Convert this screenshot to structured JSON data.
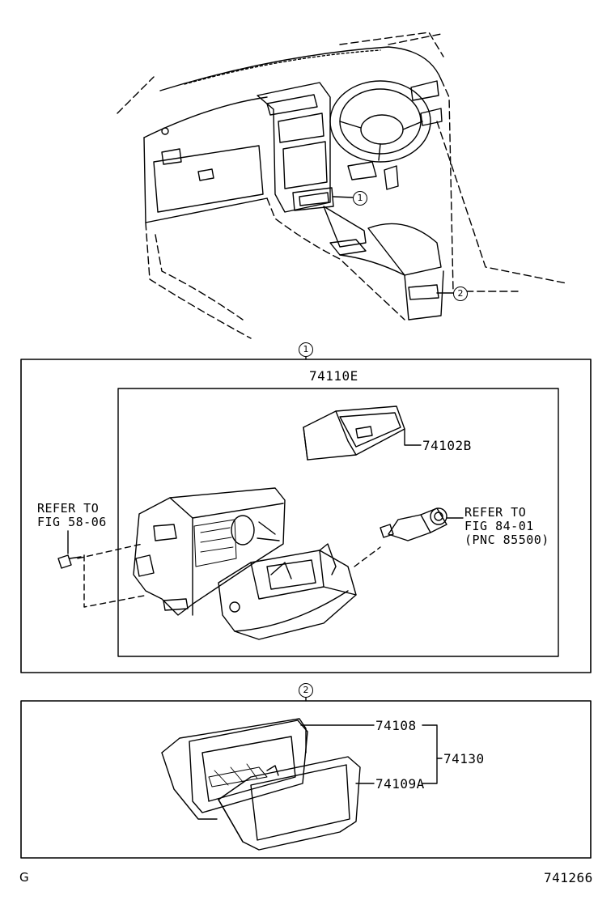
{
  "callouts": {
    "one": "1",
    "two": "2"
  },
  "section1": {
    "assembly": "74110E",
    "part_upper": "74102B",
    "refer_left": [
      "REFER TO",
      "FIG 58-06"
    ],
    "refer_right": [
      "REFER TO",
      "FIG 84-01",
      "(PNC 85500)"
    ]
  },
  "section2": {
    "part_a": "74108",
    "part_b": "74109A",
    "assembly": "74130"
  },
  "footer": {
    "left": "G",
    "right": "741266"
  }
}
